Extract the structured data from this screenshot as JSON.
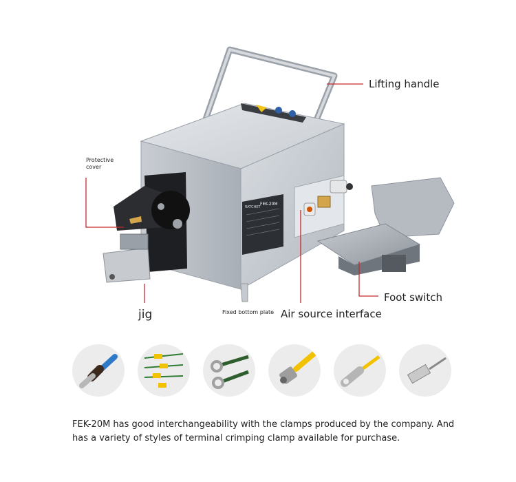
{
  "callouts": {
    "lifting_handle": "Lifting handle",
    "protective_cover": "Protective\ncover",
    "foot_switch": "Foot switch",
    "jig": "jig",
    "fixed_bottom_plate": "Fixed bottom plate",
    "air_source_interface": "Air source interface"
  },
  "machine_label": {
    "brand": "RATCHET",
    "model": "FEK-20M"
  },
  "thumbnails": [
    {
      "icon": "wire-ferrule-icon"
    },
    {
      "icon": "insulated-terminals-icon"
    },
    {
      "icon": "ring-terminals-icon"
    },
    {
      "icon": "coaxial-connector-icon"
    },
    {
      "icon": "ring-lug-icon"
    },
    {
      "icon": "flag-terminal-icon"
    }
  ],
  "caption": "FEK-20M has good interchangeability with the clamps produced by the company. And has a variety of styles of terminal crimping clamp available for purchase.",
  "colors": {
    "callout_line": "#c62828",
    "body_light": "#d9dde2",
    "body_mid": "#b7bcc3",
    "body_dark": "#8d939b",
    "thumb_bg": "#ececec"
  }
}
